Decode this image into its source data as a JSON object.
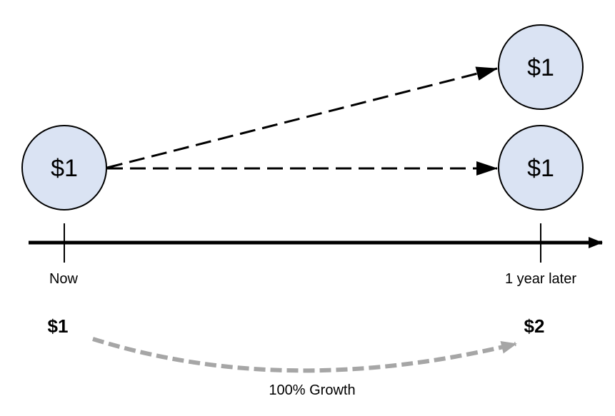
{
  "nodes": {
    "start": {
      "label": "$1"
    },
    "end_top": {
      "label": "$1"
    },
    "end_bottom": {
      "label": "$1"
    }
  },
  "timeline": {
    "start_label": "Now",
    "end_label": "1 year later"
  },
  "amounts": {
    "start": "$1",
    "end": "$2"
  },
  "growth": {
    "label": "100% Growth"
  },
  "colors": {
    "coin_fill": "#dae3f3",
    "growth_arrow": "#a6a6a6",
    "line": "#000000"
  }
}
